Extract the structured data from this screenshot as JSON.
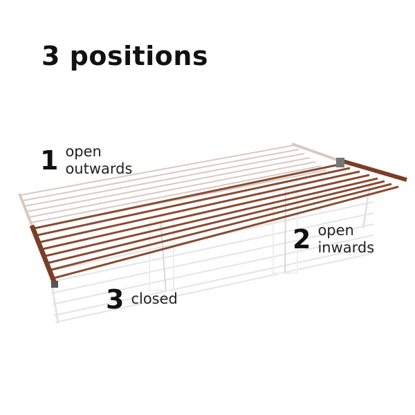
{
  "title": "3 positions",
  "positions": [
    {
      "number": "1",
      "line1": "open",
      "line2": "outwards"
    },
    {
      "number": "2",
      "line1": "open",
      "line2": "inwards"
    },
    {
      "number": "3",
      "line1": "closed",
      "line2": ""
    }
  ],
  "colors": {
    "text": "#111111",
    "rack_bronze": "#8a4a30",
    "rack_ghost": "#d6c9c4",
    "ghost_closed": "#e2e2e2"
  },
  "icons": [
    "drying-rack-illustration"
  ]
}
